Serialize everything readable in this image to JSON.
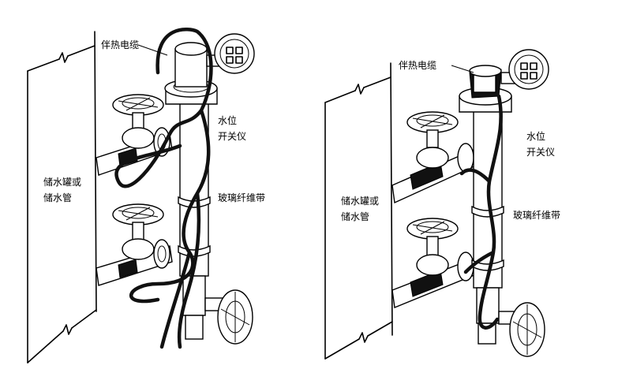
{
  "figure_left": {
    "heating_cable_label": "伴热电缆",
    "level_switch_label_line1": "水位",
    "level_switch_label_line2": "开关仪",
    "fiberglass_tape_label": "玻璃纤维带",
    "tank_label_line1": "储水罐或",
    "tank_label_line2": "储水管"
  },
  "figure_right": {
    "heating_cable_label": "伴热电缆",
    "level_switch_label_line1": "水位",
    "level_switch_label_line2": "开关仪",
    "fiberglass_tape_label": "玻璃纤维带",
    "tank_label_line1": "储水罐或",
    "tank_label_line2": "储水管"
  }
}
